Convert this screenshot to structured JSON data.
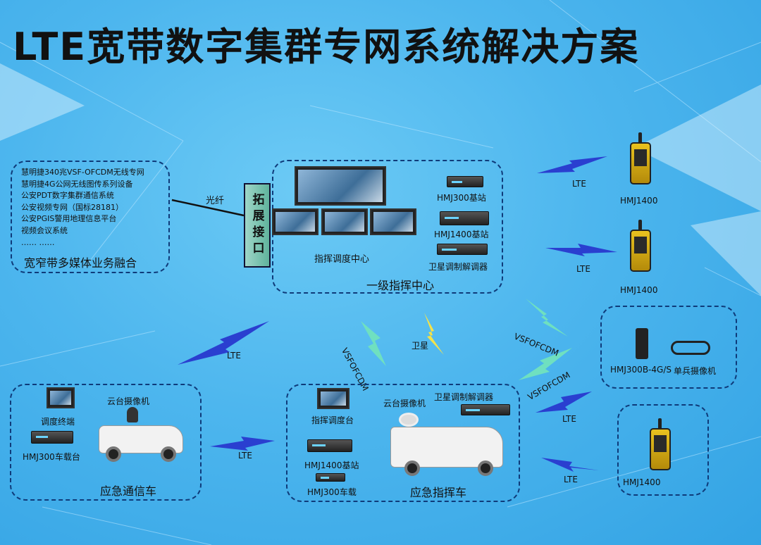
{
  "title": "LTE宽带数字集群专网系统解决方案",
  "left_panel": {
    "items": [
      "慧明捷340兆VSF-OFCDM无线专网",
      "慧明捷4G公网无线图传系列设备",
      "公安PDT数字集群通信系统",
      "公安视频专网（国标28181）",
      "公安PGIS警用地理信息平台",
      "视频会议系统",
      "……  ……"
    ],
    "caption": "宽窄带多媒体业务融合"
  },
  "fiber_label": "光纤",
  "ext_interface": "拓展接口",
  "center": {
    "dispatch_center": "指挥调度中心",
    "hmj300_base": "HMJ300基站",
    "hmj1400_base": "HMJ1400基站",
    "sat_modem": "卫星调制解调器",
    "caption": "一级指挥中心"
  },
  "links": {
    "lte": "LTE",
    "vsfofcdm": "VSFOFCDM",
    "satellite": "卫星"
  },
  "right": {
    "phone1": "HMJ1400",
    "phone2": "HMJ1400",
    "group_device": "HMJ300B-4G/S",
    "group_camera": "单兵摄像机",
    "phone3": "HMJ1400"
  },
  "comm_vehicle": {
    "terminal": "调度终端",
    "ptz_camera": "云台摄像机",
    "vehicle_unit": "HMJ300车载台",
    "caption": "应急通信车"
  },
  "command_vehicle": {
    "dispatch_desk": "指挥调度台",
    "ptz_camera": "云台摄像机",
    "sat_modem": "卫星调制解调器",
    "hmj1400_base": "HMJ1400基站",
    "hmj300_vehicle": "HMJ300车载",
    "caption": "应急指挥车"
  },
  "colors": {
    "background": "#4db6ee",
    "border": "#0f3b7a",
    "lightning_blue": "#2a3fd0",
    "lightning_green": "#6fe0c0",
    "lightning_yellow": "#f3e24a"
  }
}
